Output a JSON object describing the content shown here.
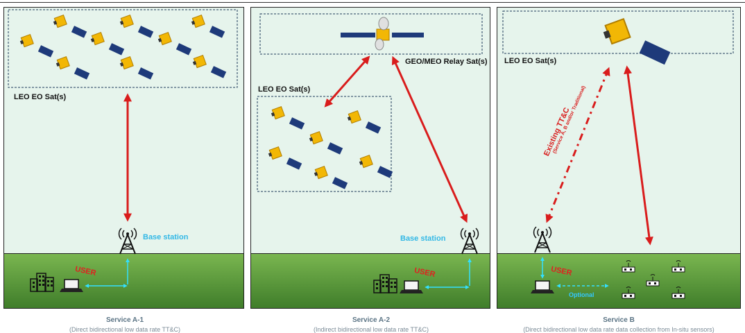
{
  "panels": [
    {
      "sat_label": "LEO EO Sat(s)",
      "base_station": "Base station",
      "user": "USER",
      "caption": "Service A-1",
      "subcaption": "(Direct bidirectional low data rate TT&C)"
    },
    {
      "relay_label": "GEO/MEO Relay Sat(s)",
      "sat_label": "LEO EO Sat(s)",
      "base_station": "Base station",
      "user": "USER",
      "caption": "Service A-2",
      "subcaption": "(Indirect bidirectional low data rate TT&C)"
    },
    {
      "sat_label": "LEO EO Sat(s)",
      "ttc_label": "Existing TT&C",
      "ttc_sub": "(Service A, B and/or Traditional)",
      "user": "USER",
      "optional": "Optional",
      "caption": "Service B",
      "subcaption": "(Direct bidirectional low data rate data collection from In-situ sensors)"
    }
  ],
  "colors": {
    "arrow": "#d91c1c",
    "link": "#33c8ff",
    "sky": "#e6f4ec",
    "ground": "#5a9a38",
    "sat_body": "#f2b705",
    "panel_blue": "#1e3a7a"
  }
}
